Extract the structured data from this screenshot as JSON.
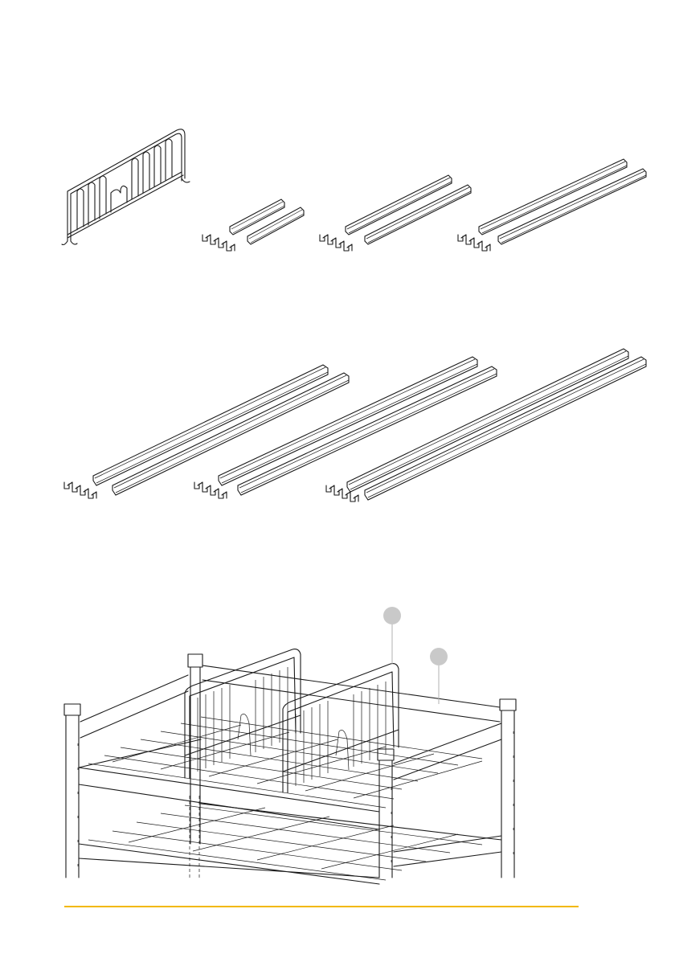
{
  "figure": {
    "sections": [
      {
        "id": "divider-and-short-rails",
        "parts": [
          "wire-divider",
          "rail-pair-1",
          "rail-pair-2",
          "rail-pair-3"
        ]
      },
      {
        "id": "long-rails",
        "parts": [
          "rail-pair-4",
          "rail-pair-5",
          "rail-pair-6"
        ]
      },
      {
        "id": "assembly",
        "parts": [
          "shelving-unit",
          "dividers-installed"
        ]
      }
    ],
    "callouts": [
      {
        "id": "callout-1",
        "color": "#c9c9c9"
      },
      {
        "id": "callout-2",
        "color": "#c9c9c9"
      }
    ],
    "footer": {
      "rule_color": "#f2b800"
    },
    "line_color": "#1a1a1a"
  }
}
